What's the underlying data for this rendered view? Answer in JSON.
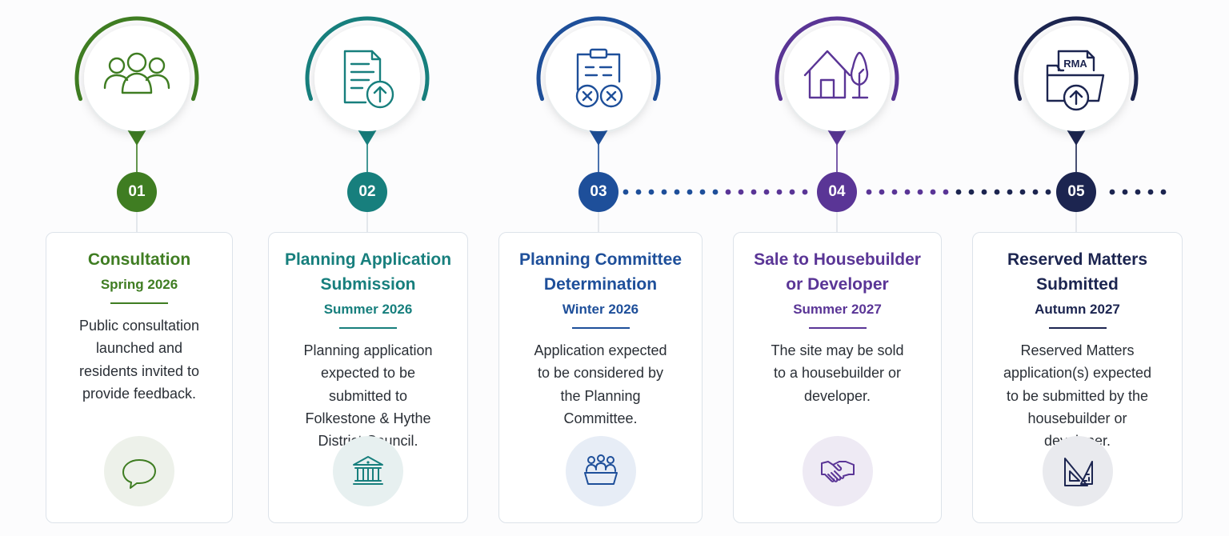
{
  "stages": [
    {
      "number": "01",
      "title_lines": [
        "Consultation"
      ],
      "date": "Spring 2026",
      "description_lines": [
        "Public consultation",
        "launched and",
        "residents invited to",
        "provide feedback."
      ],
      "color": "#3f7d22",
      "top_icon": "people-group-icon",
      "badge_icon": "speech-bubble-icon",
      "badge_bg": "#edf1ea"
    },
    {
      "number": "02",
      "title_lines": [
        "Planning Application",
        "Submission"
      ],
      "date": "Summer 2026",
      "description_lines": [
        "Planning application",
        "expected to be",
        "submitted to",
        "Folkestone & Hythe",
        "District Council."
      ],
      "color": "#177f7d",
      "top_icon": "document-upload-icon",
      "badge_icon": "council-building-icon",
      "badge_bg": "#e7f0f0"
    },
    {
      "number": "03",
      "title_lines": [
        "Planning Committee",
        "Determination"
      ],
      "date": "Winter 2026",
      "description_lines": [
        "Application expected",
        "to be considered by",
        "the Planning",
        "Committee."
      ],
      "color": "#1e4f9a",
      "top_icon": "clipboard-decision-icon",
      "badge_icon": "committee-meeting-icon",
      "badge_bg": "#e7edf6"
    },
    {
      "number": "04",
      "title_lines": [
        "Sale to Housebuilder",
        "or Developer"
      ],
      "date": "Summer 2027",
      "description_lines": [
        "The site may be sold",
        "to a housebuilder or",
        "developer."
      ],
      "color": "#5a3596",
      "top_icon": "house-tree-icon",
      "badge_icon": "handshake-icon",
      "badge_bg": "#eeeaf4"
    },
    {
      "number": "05",
      "title_lines": [
        "Reserved Matters",
        "Submitted"
      ],
      "date": "Autumn 2027",
      "description_lines": [
        "Reserved Matters",
        "application(s) expected",
        "to be submitted by the",
        "housebuilder or",
        "developer."
      ],
      "color": "#1c2550",
      "top_icon": "rma-folder-upload-icon",
      "top_icon_label": "RMA",
      "badge_icon": "drafting-tools-icon",
      "badge_bg": "#e9eaee"
    }
  ]
}
